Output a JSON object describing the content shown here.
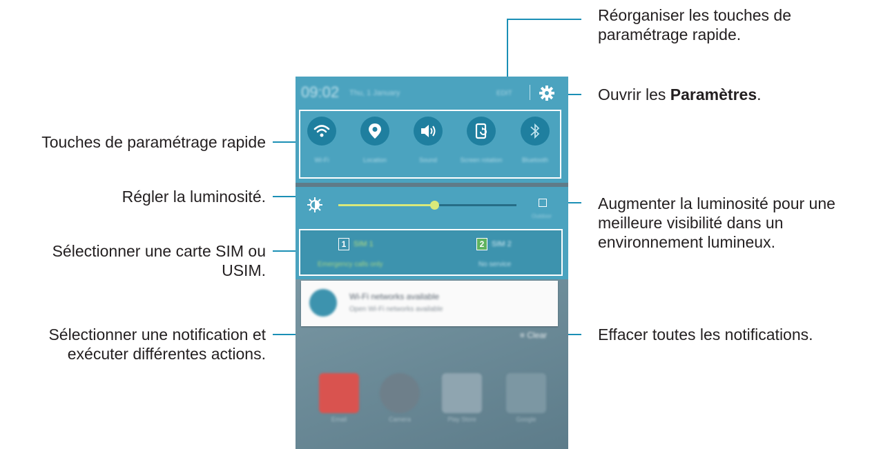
{
  "callouts": {
    "reorganize": {
      "line1": "Réorganiser les touches de",
      "line2": "paramétrage rapide."
    },
    "settings": {
      "prefix": "Ouvrir les ",
      "bold": "Paramètres",
      "suffix": "."
    },
    "quick_settings": "Touches de paramétrage rapide",
    "brightness": "Régler la luminosité.",
    "outdoor": {
      "line1": "Augmenter la luminosité pour une",
      "line2": "meilleure visibilité dans un",
      "line3": "environnement lumineux."
    },
    "sim": {
      "line1": "Sélectionner une carte SIM ou",
      "line2": "USIM."
    },
    "clear_all": "Effacer toutes les notifications.",
    "notification": {
      "line1": "Sélectionner une notification et",
      "line2": "exécuter différentes actions."
    }
  },
  "phone": {
    "status_bar": {
      "time": "09:02",
      "date": "Thu, 1 January",
      "edit_label": "EDIT"
    },
    "quick_settings": [
      {
        "icon": "wifi-icon",
        "label": "Wi-Fi"
      },
      {
        "icon": "location-icon",
        "label": "Location"
      },
      {
        "icon": "sound-icon",
        "label": "Sound"
      },
      {
        "icon": "screen-rotation-icon",
        "label": "Screen rotation"
      },
      {
        "icon": "bluetooth-icon",
        "label": "Bluetooth"
      }
    ],
    "brightness": {
      "level": 0.54,
      "outdoor_label": "Outdoor"
    },
    "sims": [
      {
        "number": "1",
        "name": "SIM 1",
        "status": "Emergency calls only"
      },
      {
        "number": "2",
        "name": "SIM 2",
        "status": "No service"
      }
    ],
    "notification": {
      "title": "Wi-Fi networks available",
      "subtitle": "Open Wi-Fi networks available"
    },
    "clear_label": "Clear",
    "apps": [
      {
        "icon": "email-icon",
        "label": "Email",
        "color": "#d9534f"
      },
      {
        "icon": "camera-icon",
        "label": "Camera",
        "color": "#6e7f8a"
      },
      {
        "icon": "play-store-icon",
        "label": "Play Store",
        "color": "#8fa5b0"
      },
      {
        "icon": "google-folder-icon",
        "label": "Google",
        "color": "#7c97a3"
      }
    ]
  }
}
